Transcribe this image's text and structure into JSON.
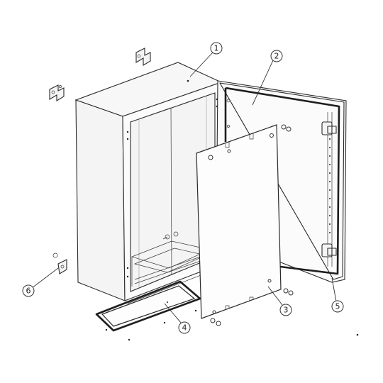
{
  "callouts": [
    {
      "id": "1",
      "label": "1",
      "part": "enclosure-body"
    },
    {
      "id": "2",
      "label": "2",
      "part": "door"
    },
    {
      "id": "3",
      "label": "3",
      "part": "mounting-plate"
    },
    {
      "id": "4",
      "label": "4",
      "part": "gland-plate"
    },
    {
      "id": "5",
      "label": "5",
      "part": "door-hinge"
    },
    {
      "id": "6",
      "label": "6",
      "part": "wall-mount-bracket"
    }
  ]
}
